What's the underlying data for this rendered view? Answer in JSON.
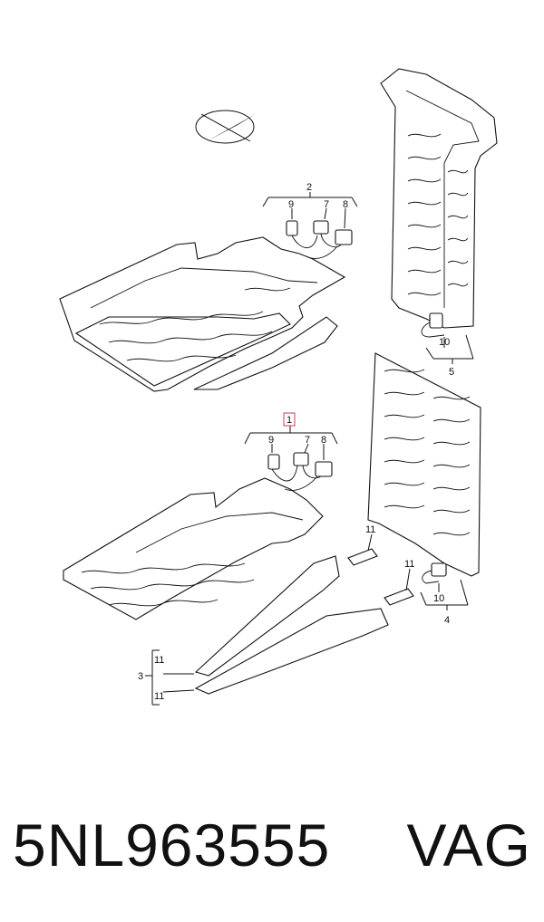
{
  "callouts": {
    "c1": "1",
    "c2": "2",
    "c3": "3",
    "c4": "4",
    "c5": "5",
    "c7a": "7",
    "c7b": "7",
    "c8a": "8",
    "c8b": "8",
    "c9a": "9",
    "c9b": "9",
    "c10a": "10",
    "c10b": "10",
    "c11a": "11",
    "c11b": "11",
    "c11c": "11",
    "c11d": "11"
  },
  "caption": {
    "part_number": "5NL963555",
    "brand": "VAG"
  },
  "colors": {
    "line": "#111111",
    "highlight": "#d23a5a"
  },
  "icons": {
    "direction": "arrow-direction-icon"
  }
}
